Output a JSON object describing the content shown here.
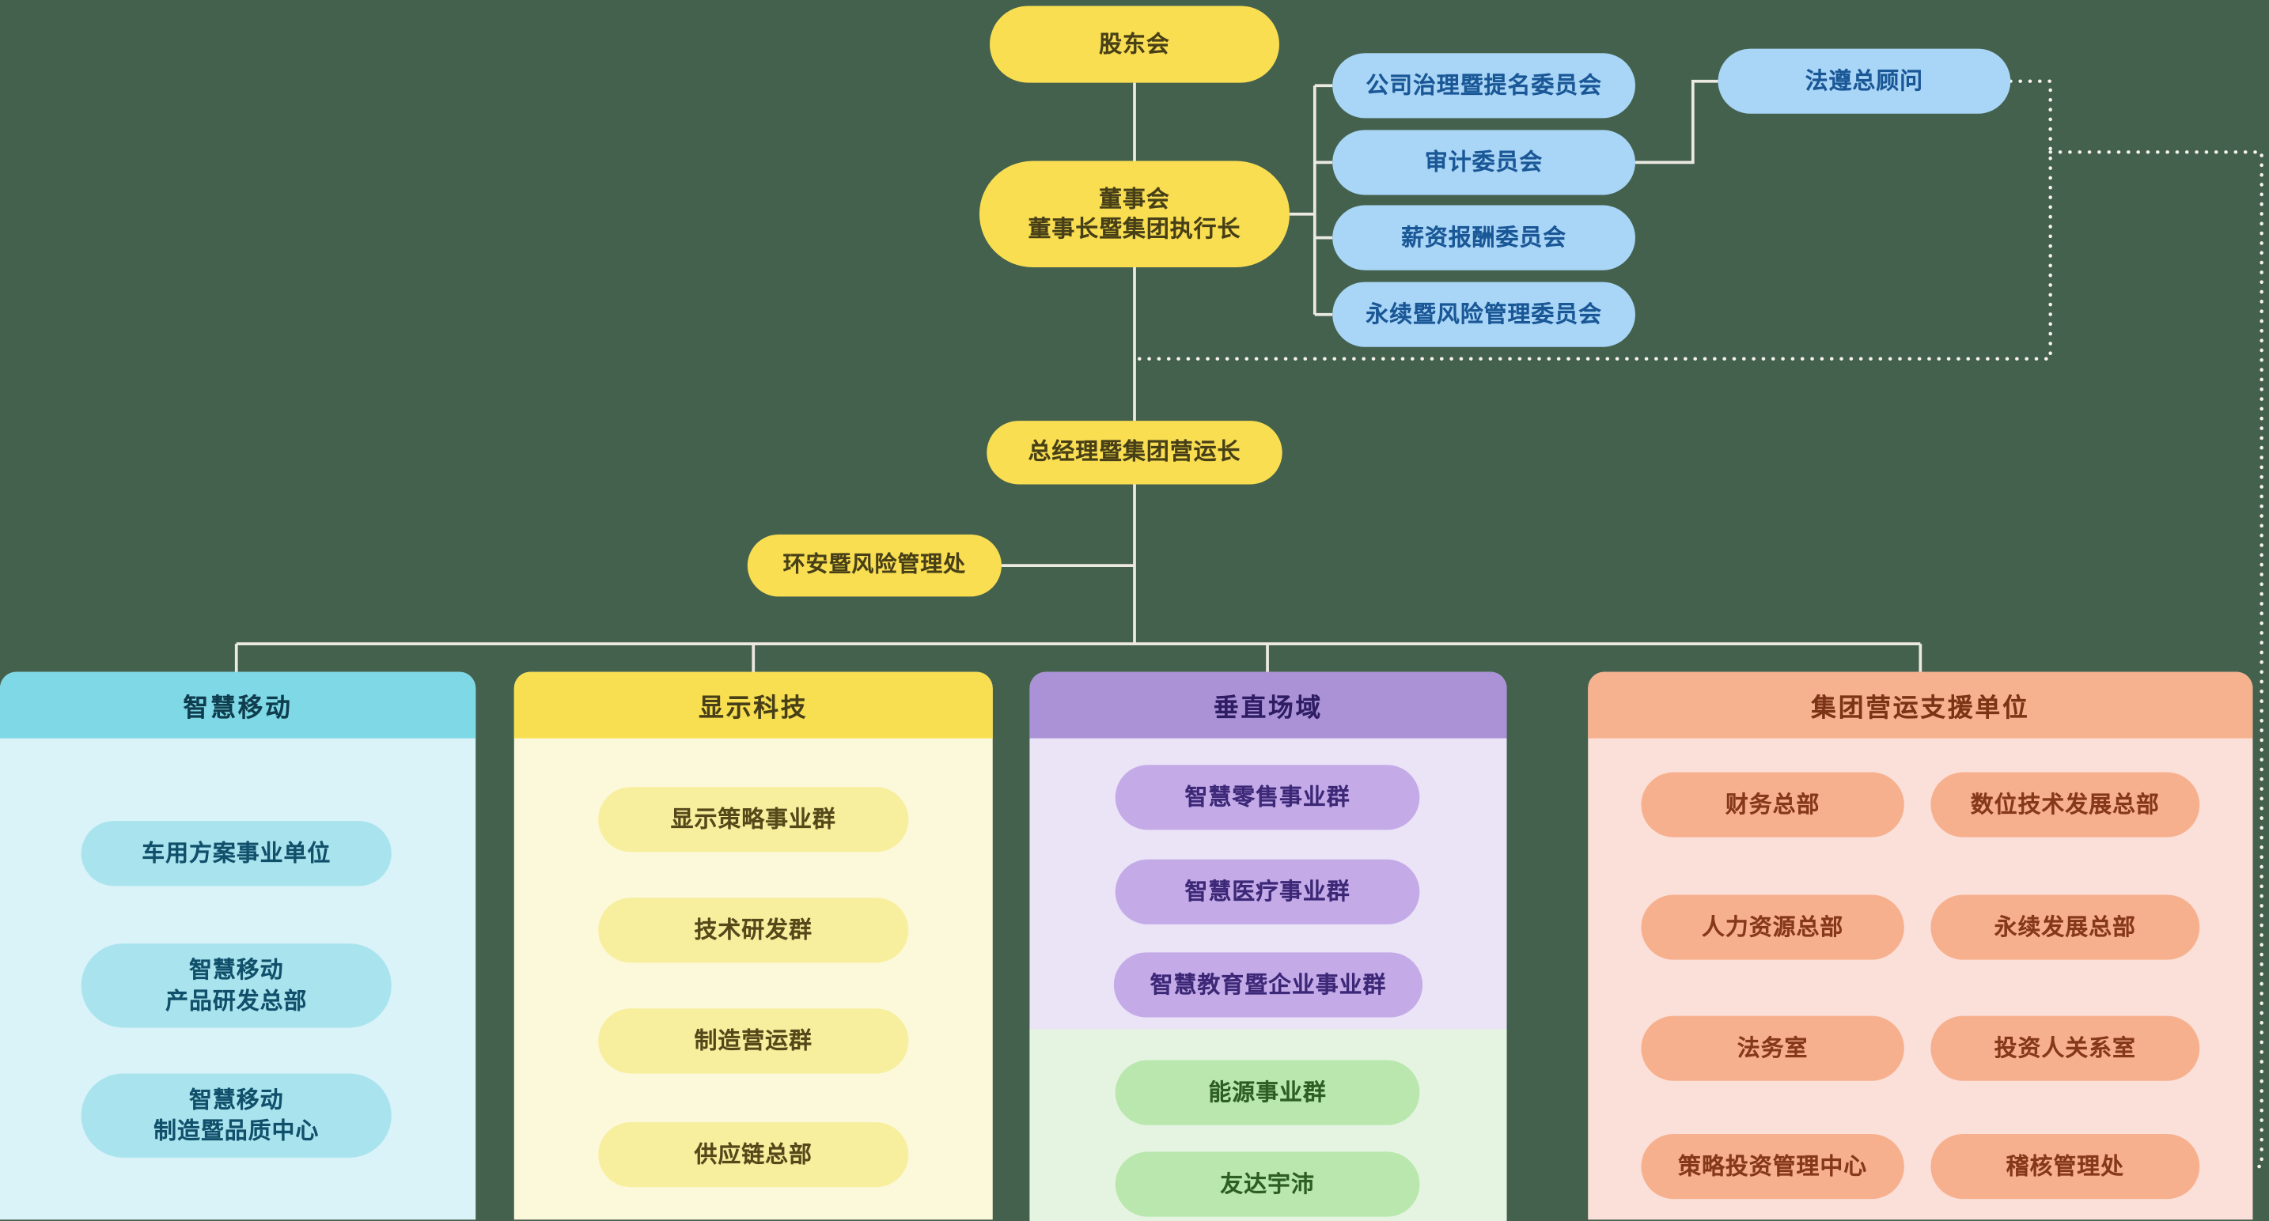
{
  "top": {
    "shareholders": "股东会",
    "board": "董事会\n董事长暨集团执行长",
    "committees": [
      "公司治理暨提名委员会",
      "审计委员会",
      "薪资报酬委员会",
      "永续暨风险管理委员会"
    ],
    "compliance": "法遵总顾问",
    "president": "总经理暨集团营运长",
    "ehs": "环安暨风险管理处"
  },
  "divisions": {
    "mobility": {
      "title": "智慧移动",
      "units": [
        "车用方案事业单位",
        "智慧移动\n产品研发总部",
        "智慧移动\n制造暨品质中心"
      ]
    },
    "display": {
      "title": "显示科技",
      "units": [
        "显示策略事业群",
        "技术研发群",
        "制造营运群",
        "供应链总部"
      ]
    },
    "vertical": {
      "title": "垂直场域",
      "units": [
        "智慧零售事业群",
        "智慧医疗事业群",
        "智慧教育暨企业事业群"
      ],
      "energy_units": [
        "能源事业群",
        "友达宇沛"
      ]
    },
    "support": {
      "title": "集团营运支援单位",
      "units_left": [
        "财务总部",
        "人力资源总部",
        "法务室",
        "策略投资管理中心"
      ],
      "units_right": [
        "数位技术发展总部",
        "永续发展总部",
        "投资人关系室",
        "稽核管理处"
      ]
    }
  },
  "colors": {
    "background": "#44614e",
    "connector_solid": "#ece9e1",
    "connector_dotted": "#f5f3ec",
    "node_yellow": "#f9de52",
    "node_blue": "#a9d6f7",
    "mobility_header": "#7fd8e6",
    "mobility_body": "#d9f3f8",
    "mobility_pill": "#a9e4ee",
    "display_header": "#f8df52",
    "display_body": "#fcf8da",
    "display_pill": "#f7ef9e",
    "vertical_header": "#ab92d6",
    "vertical_body": "#eae4f6",
    "vertical_pill": "#c4abe8",
    "energy_body": "#e4f4e0",
    "energy_pill": "#b9e7ae",
    "support_header": "#f6b18f",
    "support_body": "#fbdfd9",
    "support_pill": "#f7b08d"
  }
}
